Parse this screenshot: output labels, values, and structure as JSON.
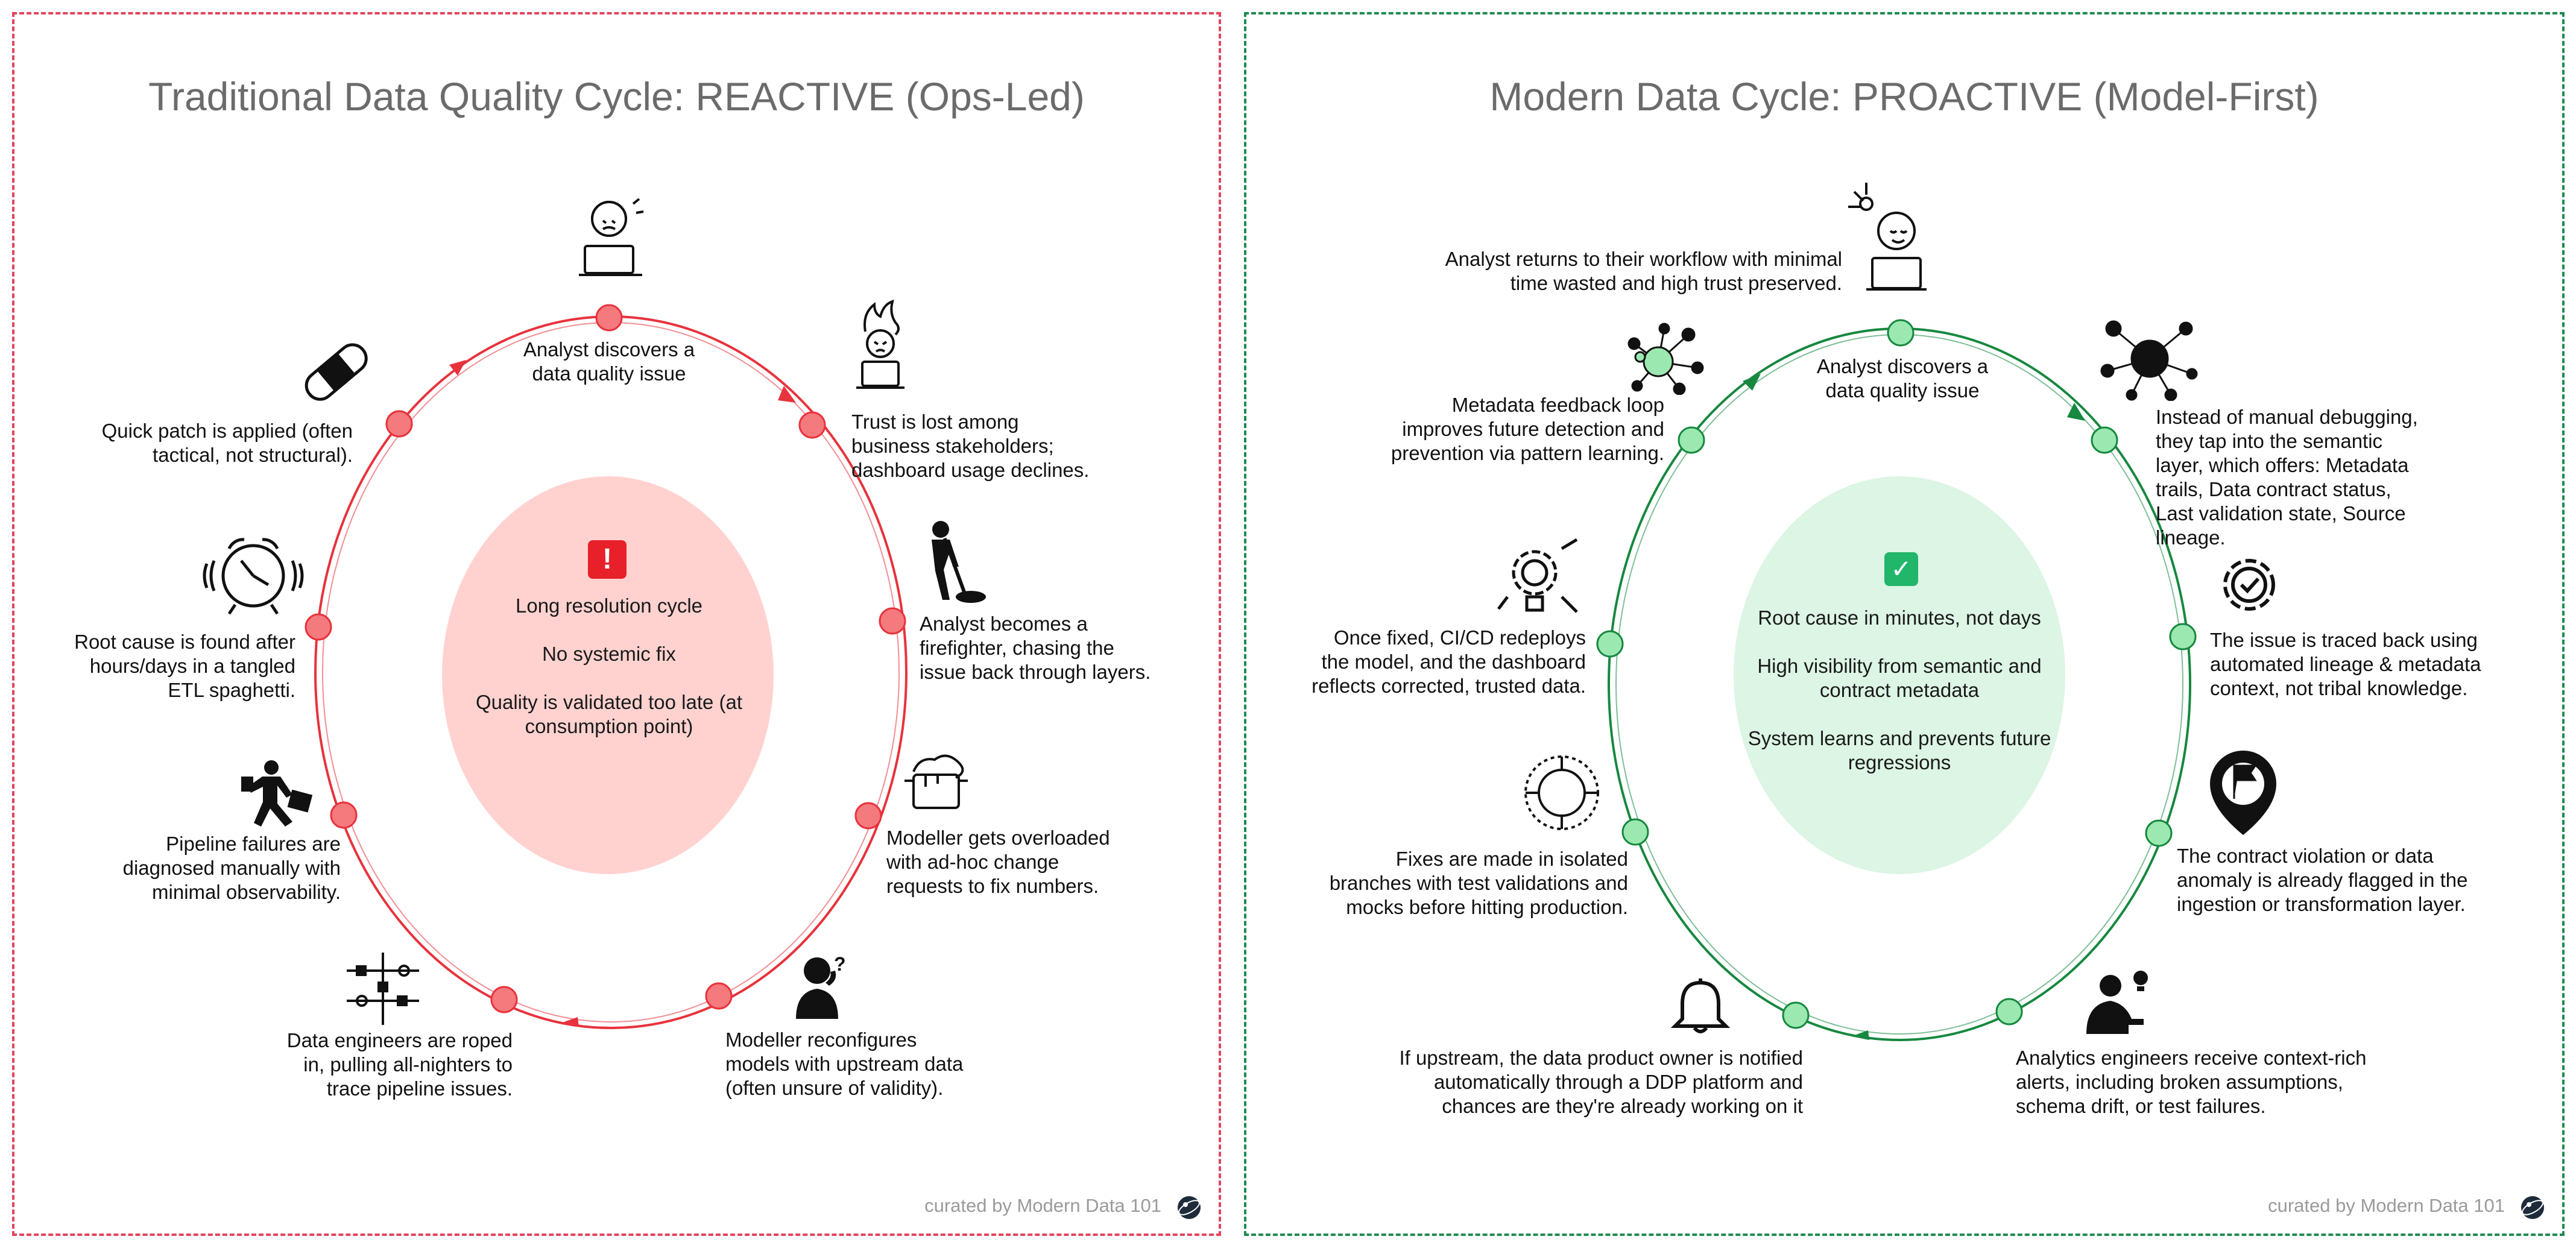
{
  "traditional": {
    "title": "Traditional Data Quality Cycle: REACTIVE (Ops-Led)",
    "steps": {
      "discover": "Analyst discovers a data quality issue",
      "trust": "Trust is lost among business stakeholders; dashboard usage declines.",
      "firefighter": "Analyst becomes a firefighter, chasing the issue back through layers.",
      "overloaded": "Modeller gets overloaded with ad-hoc change requests to fix numbers.",
      "reconfigure": "Modeller reconfigures models with upstream data (often unsure of validity).",
      "roped": "Data engineers are roped in, pulling all-nighters to trace pipeline issues.",
      "pipeline": "Pipeline failures are diagnosed manually with minimal observability.",
      "rootcause": "Root cause is found after hours/days in a tangled ETL spaghetti.",
      "patch": "Quick patch is applied (often tactical, not structural)."
    },
    "center": {
      "badge": "!",
      "line1": "Long resolution cycle",
      "line2": "No systemic fix",
      "line3": "Quality is validated too late (at consumption point)"
    },
    "credit": "curated by Modern Data 101"
  },
  "modern": {
    "title": "Modern Data Cycle: PROACTIVE (Model-First)",
    "steps": {
      "returns": "Analyst returns to their workflow with minimal time wasted and high trust preserved.",
      "discover": "Analyst discovers a data quality issue",
      "semantic": "Instead of manual debugging, they tap into the semantic layer, which offers: Metadata trails, Data contract status, Last validation state, Source lineage.",
      "traced": "The issue is traced back using automated lineage & metadata context, not tribal knowledge.",
      "flagged": "The contract violation or data anomaly is already flagged in the ingestion or transformation layer.",
      "alerts": "Analytics engineers receive context-rich alerts, including broken assumptions, schema drift, or test failures.",
      "upstream": "If upstream, the data product owner is notified automatically through a DDP platform and chances are they're already working on it",
      "isolated": "Fixes are made in isolated branches with test validations and mocks before hitting production.",
      "cicd": "Once fixed, CI/CD redeploys the model, and the dashboard reflects corrected, trusted data.",
      "feedback": "Metadata feedback loop improves future detection and prevention via pattern learning."
    },
    "center": {
      "badge": "✓",
      "line1": "Root cause in minutes, not days",
      "line2": "High visibility from semantic and contract metadata",
      "line3": "System learns and prevents future regressions"
    },
    "credit": "curated by Modern Data 101"
  },
  "colors": {
    "red_ring": "#e8323c",
    "red_node": "#f47a7e",
    "red_center": "#ffd2d0",
    "red_badge": "#e8202a",
    "green_ring": "#16883f",
    "green_node": "#9be9b0",
    "green_center": "#dcf5e4",
    "green_badge": "#21b66a"
  },
  "icons": {
    "traditional": [
      "frustrated-analyst-icon",
      "burning-analyst-icon",
      "digging-worker-icon",
      "overflowing-pot-icon",
      "confused-person-icon",
      "pipeline-valves-icon",
      "running-engineer-icon",
      "alarm-clock-icon",
      "bandage-icon"
    ],
    "modern": [
      "calm-analyst-icon",
      "network-graph-icon",
      "gear-check-icon",
      "location-flag-icon",
      "engineer-idea-icon",
      "bell-icon",
      "isolation-circle-icon",
      "gear-bulb-icon",
      "metadata-network-icon"
    ]
  }
}
